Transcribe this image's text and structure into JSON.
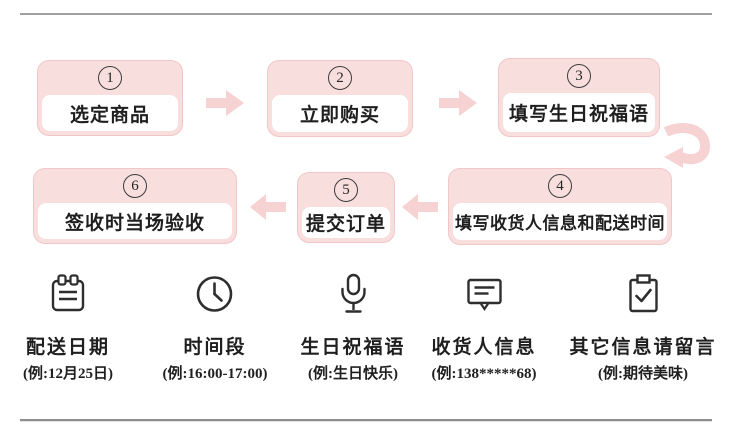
{
  "flow": {
    "steps": [
      {
        "number": "1",
        "label": "选定商品"
      },
      {
        "number": "2",
        "label": "立即购买"
      },
      {
        "number": "3",
        "label": "填写生日祝福语"
      },
      {
        "number": "4",
        "label": "填写收货人信息和配送时间"
      },
      {
        "number": "5",
        "label": "提交订单"
      },
      {
        "number": "6",
        "label": "签收时当场验收"
      }
    ]
  },
  "legend": [
    {
      "icon": "calendar-icon",
      "label": "配送日期",
      "example": "(例:12月25日)"
    },
    {
      "icon": "clock-icon",
      "label": "时间段",
      "example": "(例:16:00-17:00)"
    },
    {
      "icon": "microphone-icon",
      "label": "生日祝福语",
      "example": "(例:生日快乐)"
    },
    {
      "icon": "message-icon",
      "label": "收货人信息",
      "example": "(例:138*****68)"
    },
    {
      "icon": "clipboard-check-icon",
      "label": "其它信息请留言",
      "example": "(例:期待美味)"
    }
  ],
  "colors": {
    "box_fill": "#f9dede",
    "box_border": "#f1c6c6",
    "arrow": "#f6d2d2",
    "text": "#1f1f1f",
    "divider": "#9a9a9a"
  }
}
